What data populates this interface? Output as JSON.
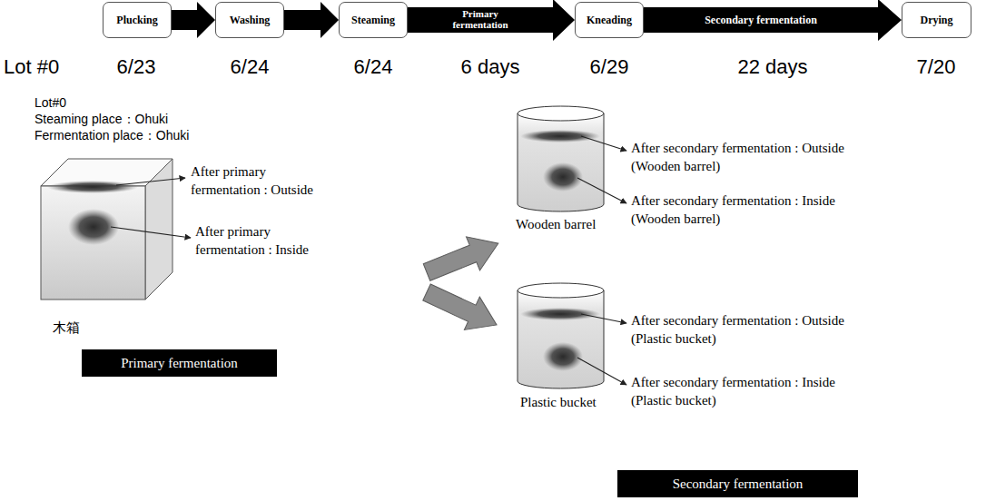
{
  "diagram": {
    "nodes": [
      {
        "text": [
          "Plucking"
        ]
      },
      {
        "text": [
          "Washing"
        ]
      },
      {
        "text": [
          "Steaming"
        ]
      },
      {
        "text": [
          "Kneading"
        ]
      },
      {
        "text": [
          "Drying"
        ]
      },
      {
        "text": [
          "Primary fermentation"
        ]
      },
      {
        "text": [
          "Secondary fermentation"
        ]
      }
    ],
    "edges": [
      {
        "from": 0,
        "to": 1,
        "arrow": "to"
      },
      {
        "from": 1,
        "to": 2,
        "arrow": "to"
      },
      {
        "from": 2,
        "to": 3,
        "label": "Primary fermentation",
        "arrow": "to"
      },
      {
        "from": 3,
        "to": 4,
        "label": "Secondary fermentation",
        "arrow": "to"
      }
    ],
    "labels": [
      "Lot #0",
      "6/23",
      "6/24",
      "6/24",
      "6 days",
      "6/29",
      "22 days",
      "7/20",
      "Lot#0",
      "Steaming place：Ohuki",
      "Fermentation place：Ohuki",
      "After primary fermentation : Outside",
      "After primary fermentation : Inside",
      "木箱",
      "After secondary fermentation : Outside (Wooden barrel)",
      "After secondary fermentation : Inside (Wooden barrel)",
      "Wooden barrel",
      "After secondary fermentation : Outside (Plastic bucket)",
      "After secondary fermentation : Inside (Plastic bucket)",
      "Plastic bucket"
    ]
  }
}
